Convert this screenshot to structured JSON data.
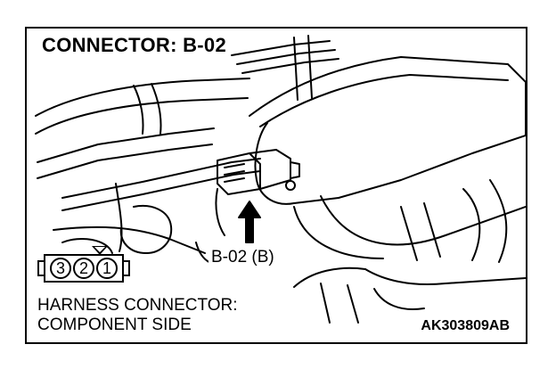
{
  "title": "CONNECTOR: B-02",
  "callout": "B-02 (B)",
  "harness": {
    "line1": "HARNESS CONNECTOR:",
    "line2": "COMPONENT SIDE"
  },
  "pins": [
    "3",
    "2",
    "1"
  ],
  "figure_code": "AK303809AB",
  "colors": {
    "ink": "#000000",
    "paper": "#ffffff"
  },
  "icons": {
    "callout_arrow": "arrow-up-icon",
    "connector": "connector-icon"
  }
}
